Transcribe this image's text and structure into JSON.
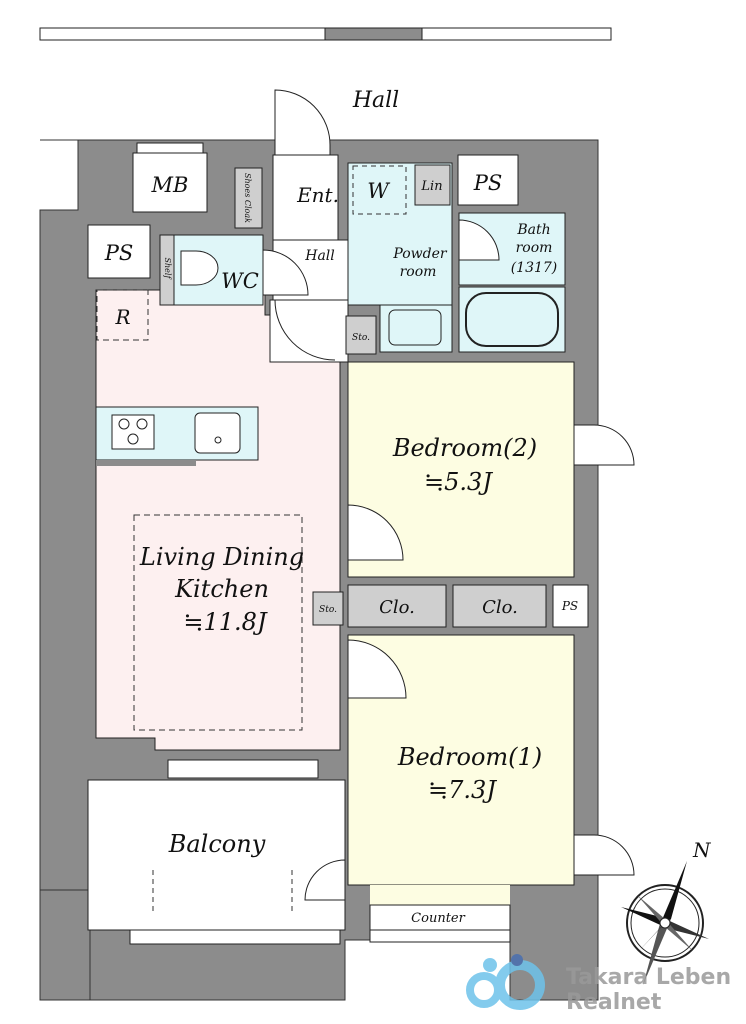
{
  "floor_plan": {
    "rooms": {
      "hall_outside": "Hall",
      "mb": "MB",
      "shoes_cloak": "Shoes Cloak",
      "entrance": "Ent.",
      "w": "W",
      "lin": "Lin",
      "ps_top": "PS",
      "ps_left": "PS",
      "shelf": "Shelf",
      "wc": "WC",
      "hall_inner": "Hall",
      "powder_line1": "Powder",
      "powder_line2": "room",
      "bath_line1": "Bath",
      "bath_line2": "room",
      "bath_line3": "(1317)",
      "r": "R",
      "sto_top": "Sto.",
      "bedroom2": "Bedroom(2)",
      "bedroom2_size": "≒5.3J",
      "ldk_line1": "Living Dining",
      "ldk_line2": "Kitchen",
      "ldk_size": "≒11.8J",
      "sto_mid": "Sto.",
      "clo1": "Clo.",
      "clo2": "Clo.",
      "ps_right": "PS",
      "bedroom1": "Bedroom(1)",
      "bedroom1_size": "≒7.3J",
      "balcony": "Balcony",
      "counter": "Counter"
    },
    "compass_label": "N"
  },
  "watermark": {
    "line1": "Takara Leben",
    "line2": "Realnet"
  },
  "colors": {
    "wall": "#8c8c8c",
    "ldk": "#fdf0f0",
    "bedroom": "#fdfde2",
    "wet": "#dff6f8",
    "storage": "#cfcfcf",
    "logo_blue": "#6ec3ea"
  }
}
